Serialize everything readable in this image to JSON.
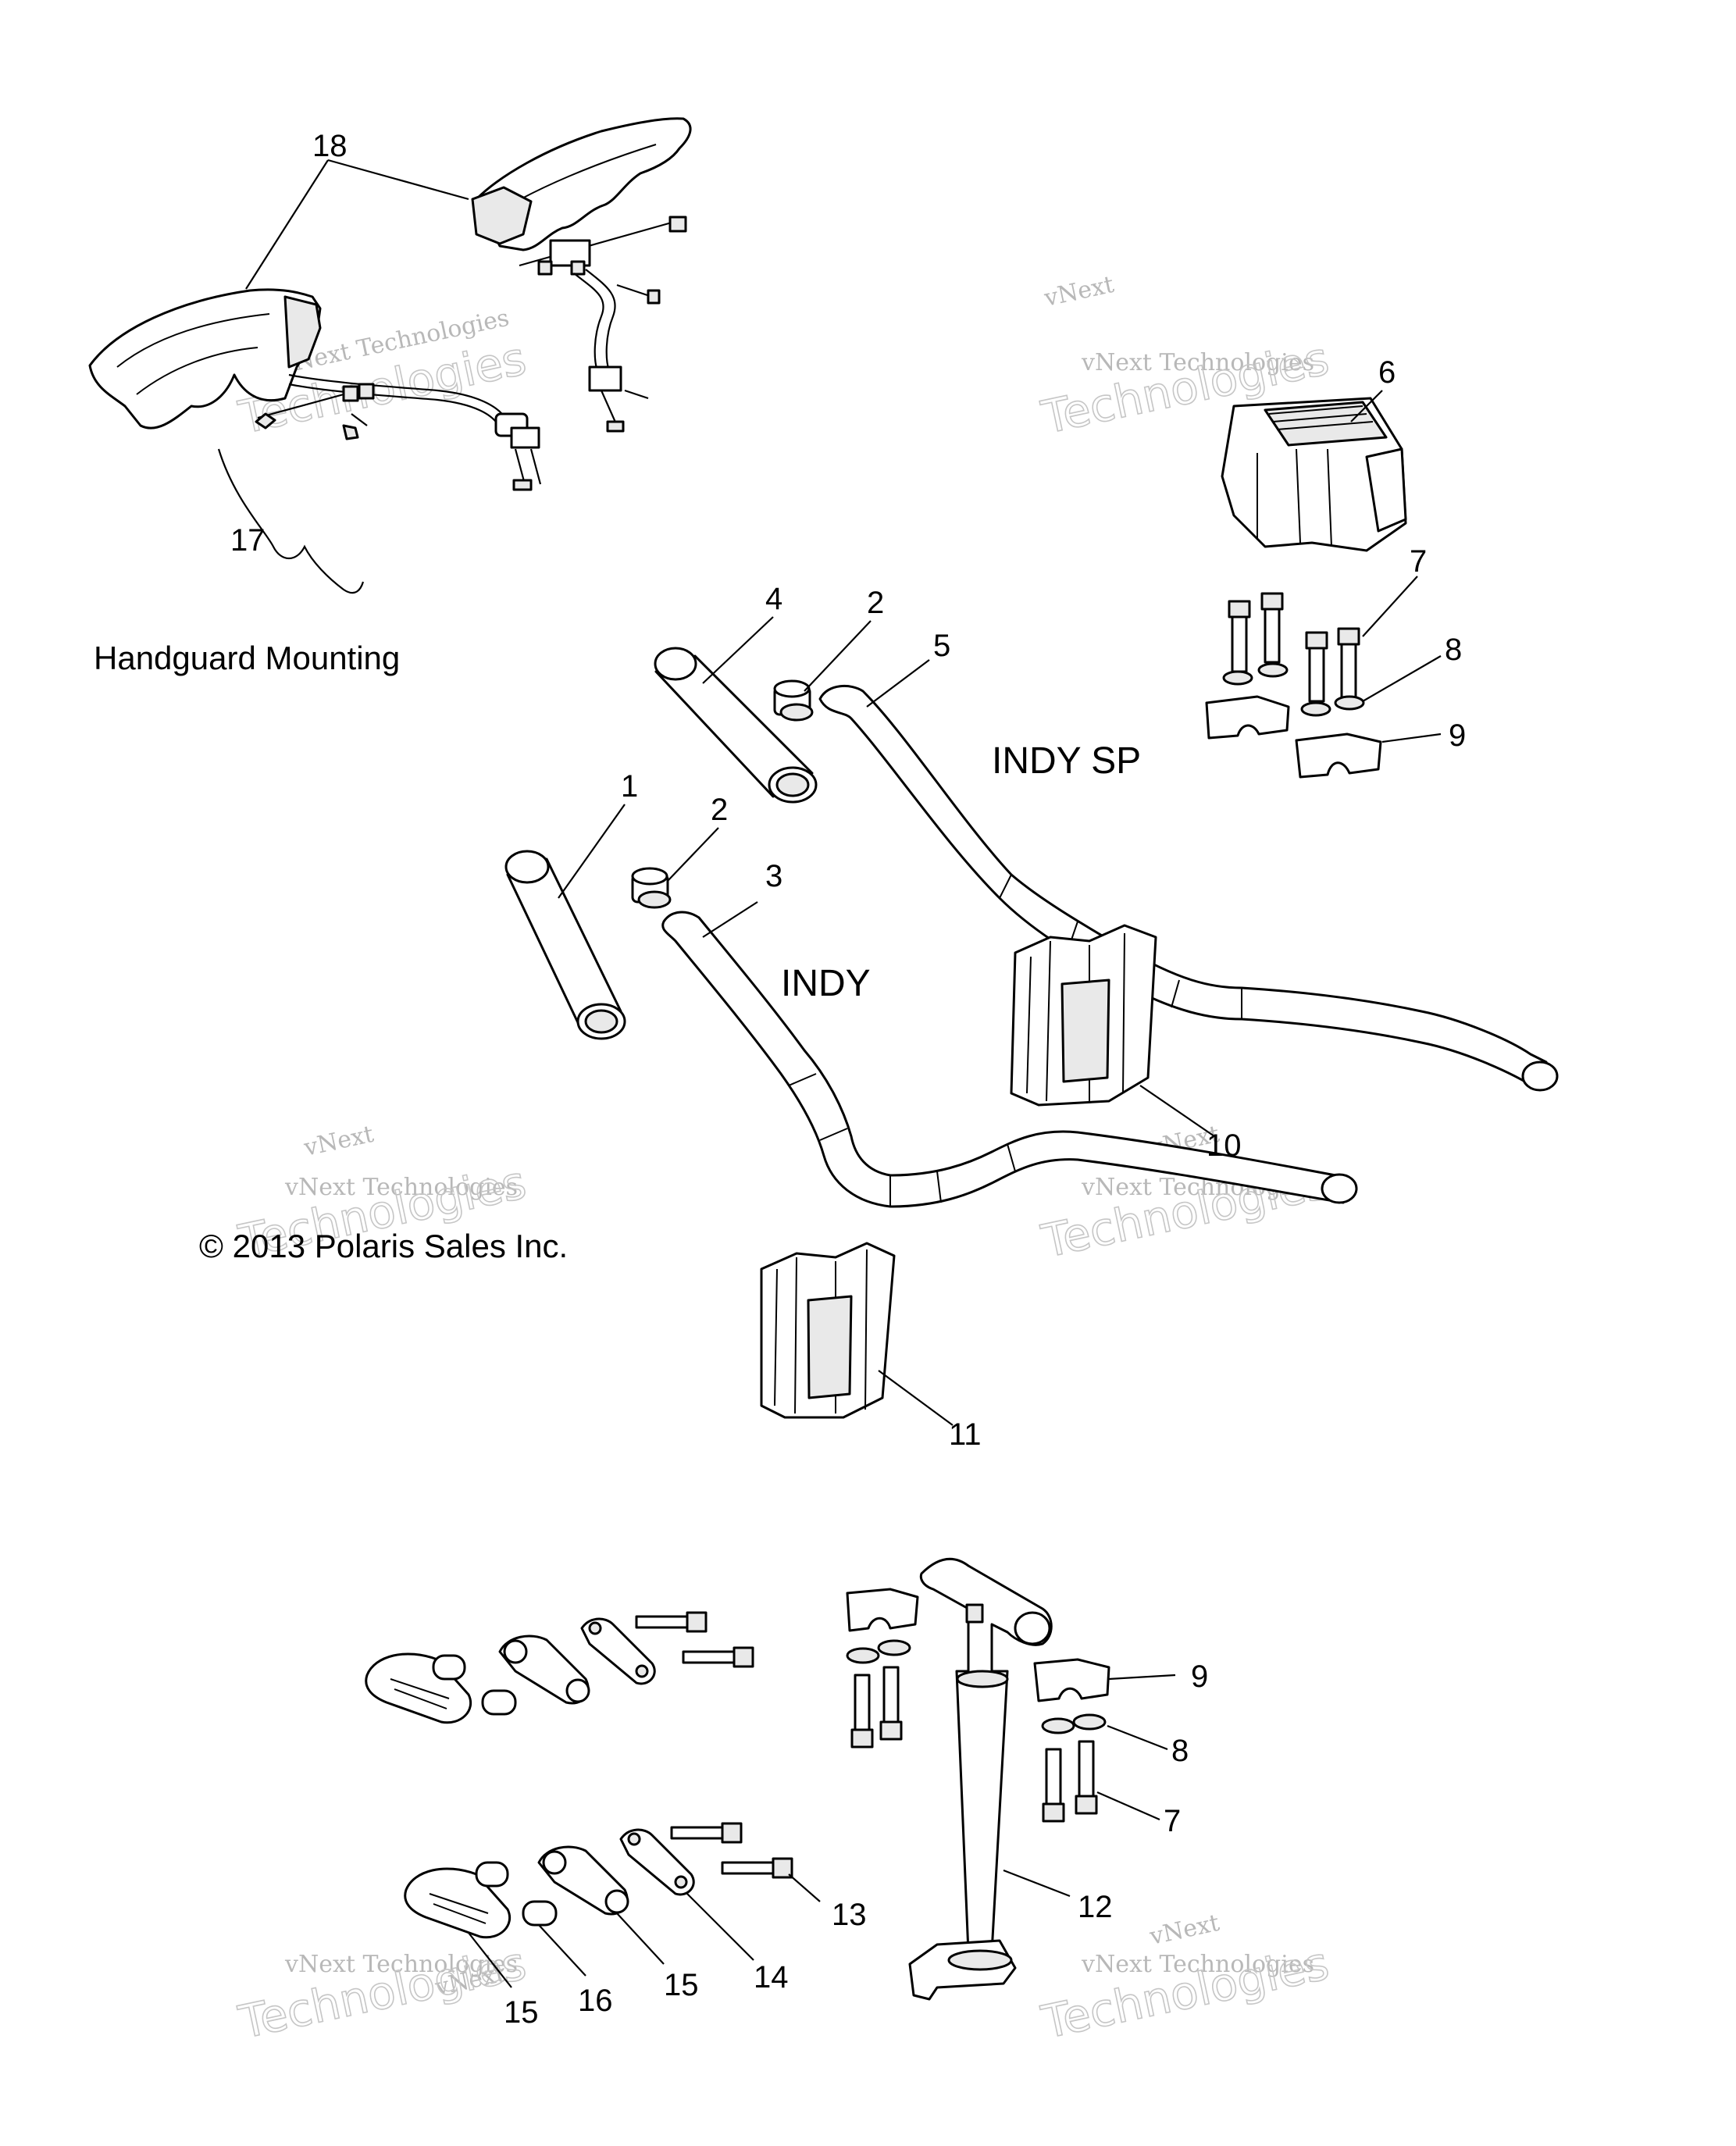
{
  "labels": {
    "section_handguard": "Handguard Mounting",
    "model_indy_sp": "INDY SP",
    "model_indy": "INDY",
    "copyright": "© 2013 Polaris Sales Inc."
  },
  "callouts": {
    "c1": "1",
    "c2a": "2",
    "c2b": "2",
    "c3": "3",
    "c4": "4",
    "c5": "5",
    "c6": "6",
    "c7a": "7",
    "c7b": "7",
    "c8a": "8",
    "c8b": "8",
    "c9a": "9",
    "c9b": "9",
    "c10": "10",
    "c11": "11",
    "c12": "12",
    "c13": "13",
    "c14": "14",
    "c15a": "15",
    "c15b": "15",
    "c16": "16",
    "c17": "17",
    "c18": "18"
  },
  "watermark": {
    "brand_line": "vNext Technologies",
    "brand_short": "vNext",
    "brand_big": "Technologies"
  }
}
